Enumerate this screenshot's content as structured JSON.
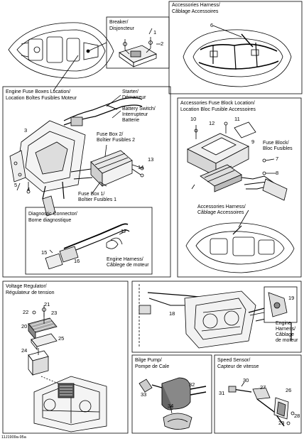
{
  "panels": {
    "breaker": {
      "title1": "Breaker/",
      "title2": "Disjoncteur",
      "callouts": [
        "1",
        "2"
      ]
    },
    "accessories_harness": {
      "title1": "Accessories Harness/",
      "title2": "Câblage Accessoires",
      "callouts": [
        "6"
      ]
    },
    "engine_fuse": {
      "title1": "Engine Fuse Boxes Location/",
      "title2": "Location Boîtes Fusibles Moteur",
      "starter1": "Starter/",
      "starter2": "Démarreur",
      "battery1": "Battery Switch/",
      "battery2": "Interrupteur",
      "battery3": "Batterie",
      "fusebox2_1": "Fuse Box 2/",
      "fusebox2_2": "Boîtier Fusibles 2",
      "fusebox1_1": "Fuse Box 1/",
      "fusebox1_2": "Boîtier Fusibles 1",
      "callouts": [
        "3",
        "4",
        "5",
        "13",
        "14"
      ]
    },
    "diagnostic": {
      "title1": "Diagnostic Connector/",
      "title2": "Borne diagnostique",
      "harness1": "Engine Harness/",
      "harness2": "Câblege de moteur",
      "callouts": [
        "15",
        "16",
        "17"
      ]
    },
    "accessories_fuse": {
      "title1": "Accessories Fuse Block Location/",
      "title2": "Location Bloc Fusible Accessoires",
      "fuseblock1": "Fuse Block/",
      "fuseblock2": "Bloc Fusibles",
      "harness1": "Accessories Harness/",
      "harness2": "Câblage Accessoires",
      "callouts": [
        "7",
        "8",
        "9",
        "10",
        "11",
        "12"
      ]
    },
    "voltage": {
      "title1": "Voltage Regulator/",
      "title2": "Régulateur de tension",
      "callouts": [
        "20",
        "21",
        "22",
        "23",
        "24",
        "25"
      ]
    },
    "engine_harness": {
      "label1": "Engine",
      "label2": "Harness/",
      "label3": "Câblage",
      "label4": "de moteur",
      "callouts": [
        "18",
        "19"
      ]
    },
    "bilge": {
      "title1": "Bilge Pump/",
      "title2": "Pompe de Cale",
      "callouts": [
        "32",
        "33",
        "34"
      ]
    },
    "speed": {
      "title1": "Speed Sensor/",
      "title2": "Capteur de vitesse",
      "callouts": [
        "26",
        "27",
        "28",
        "29",
        "30",
        "31"
      ]
    }
  },
  "footer": {
    "code": "11J1909a-95a"
  }
}
